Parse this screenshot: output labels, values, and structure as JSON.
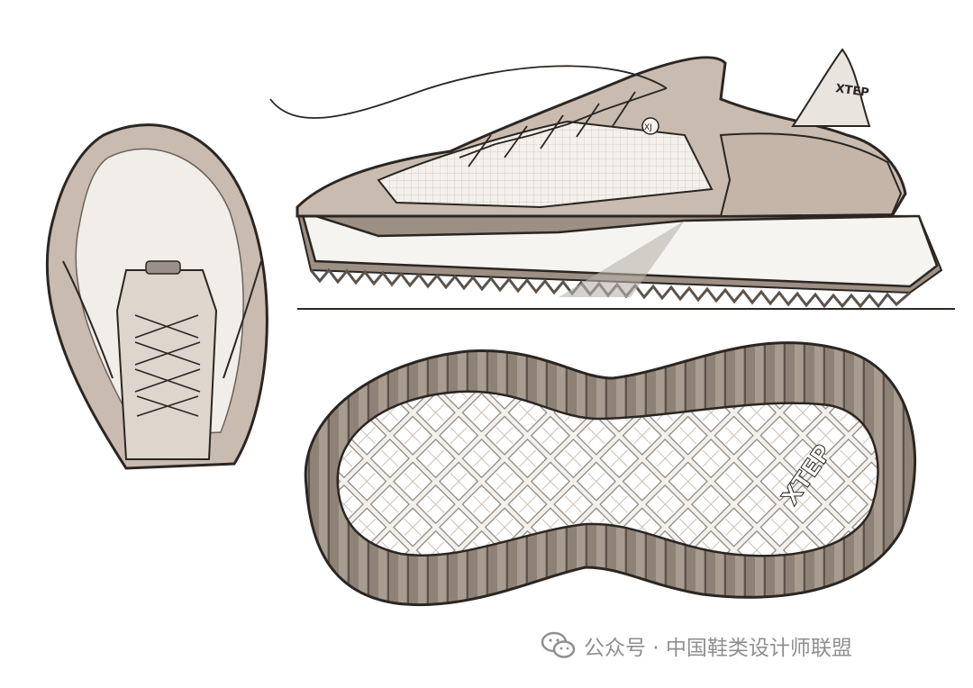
{
  "image": {
    "subject": "shoe-design-sketch-three-views",
    "colors": {
      "background": "#ffffff",
      "suede": "#c9bbaf",
      "suede_dark": "#b3a395",
      "mesh": "#f1eee9",
      "outsole": "#8e8277",
      "outsole_dark": "#5c534c",
      "line": "#2b2622"
    }
  },
  "logos": {
    "side_heel": "XTEP",
    "outsole": "XTEP",
    "side_emblem": "XJ"
  },
  "watermark": {
    "icon": "wechat-icon",
    "text": "公众号 · 中国鞋类设计师联盟"
  }
}
